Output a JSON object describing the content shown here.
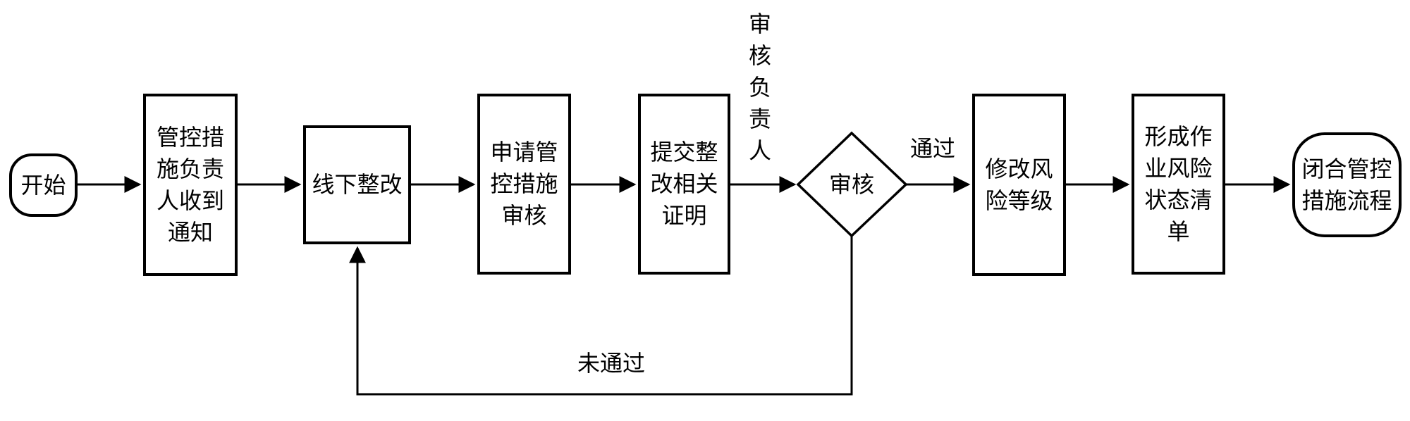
{
  "diagram": {
    "type": "flowchart",
    "direction": "left-to-right",
    "colors": {
      "stroke": "#000000",
      "fill": "#ffffff",
      "text": "#000000"
    },
    "nodes": [
      {
        "id": "start",
        "shape": "terminator",
        "label": "开始"
      },
      {
        "id": "notify",
        "shape": "process",
        "label": "管控措\n施负责\n人收到\n通知"
      },
      {
        "id": "rectify",
        "shape": "process",
        "label": "线下整改"
      },
      {
        "id": "apply",
        "shape": "process",
        "label": "申请管\n控措施\n审核"
      },
      {
        "id": "submit",
        "shape": "process",
        "label": "提交整\n改相关\n证明"
      },
      {
        "id": "review",
        "shape": "decision",
        "label": "审核"
      },
      {
        "id": "modify",
        "shape": "process",
        "label": "修改风\n险等级"
      },
      {
        "id": "list",
        "shape": "process",
        "label": "形成作\n业风险\n状态清\n单"
      },
      {
        "id": "end",
        "shape": "terminator",
        "label": "闭合管控\n措施流程"
      }
    ],
    "edge_labels": {
      "reviewer_role": "审\n核\n负\n责\n人",
      "pass": "通过",
      "fail": "未通过"
    },
    "edges": [
      {
        "from": "start",
        "to": "notify",
        "label": ""
      },
      {
        "from": "notify",
        "to": "rectify",
        "label": ""
      },
      {
        "from": "rectify",
        "to": "apply",
        "label": ""
      },
      {
        "from": "apply",
        "to": "submit",
        "label": ""
      },
      {
        "from": "submit",
        "to": "review",
        "label": "审核负责人"
      },
      {
        "from": "review",
        "to": "modify",
        "label": "通过"
      },
      {
        "from": "modify",
        "to": "list",
        "label": ""
      },
      {
        "from": "list",
        "to": "end",
        "label": ""
      },
      {
        "from": "review",
        "to": "rectify",
        "label": "未通过"
      }
    ]
  }
}
